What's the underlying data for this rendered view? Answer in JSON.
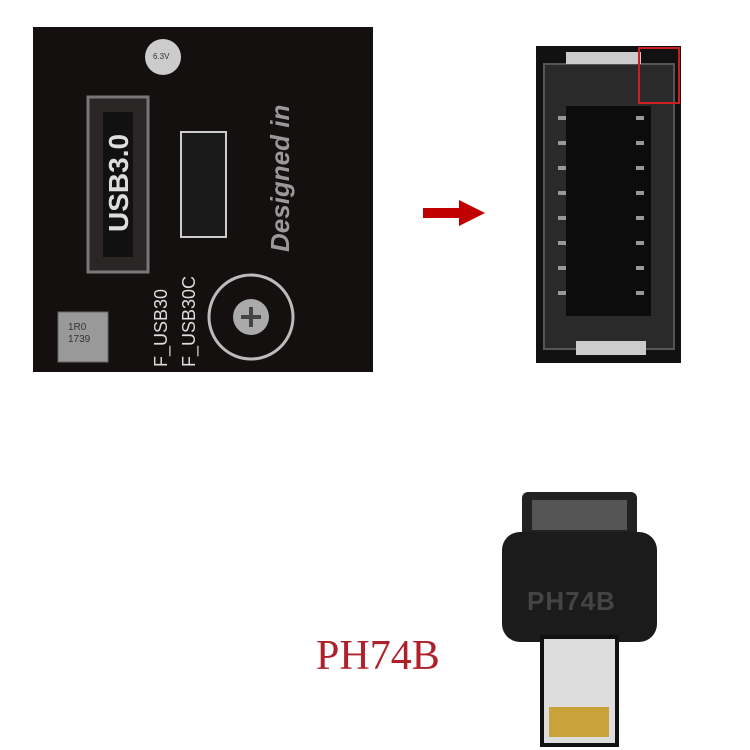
{
  "board_photo": {
    "header_label": "USB3.0",
    "silk_labels": [
      "F_USB30",
      "F_USB30C"
    ],
    "designed_text": "Designed in",
    "inductor_text": [
      "1R0",
      "1739"
    ],
    "capacitor_text": "6.3V"
  },
  "arrow": {
    "color": "#c00000",
    "icon": "arrow-right-icon"
  },
  "connector_photo": {
    "highlight_color": "#cc1f1f"
  },
  "adapter": {
    "model_printed": "PH74B"
  },
  "caption": "PH74B",
  "colors": {
    "caption": "#b0202a"
  }
}
